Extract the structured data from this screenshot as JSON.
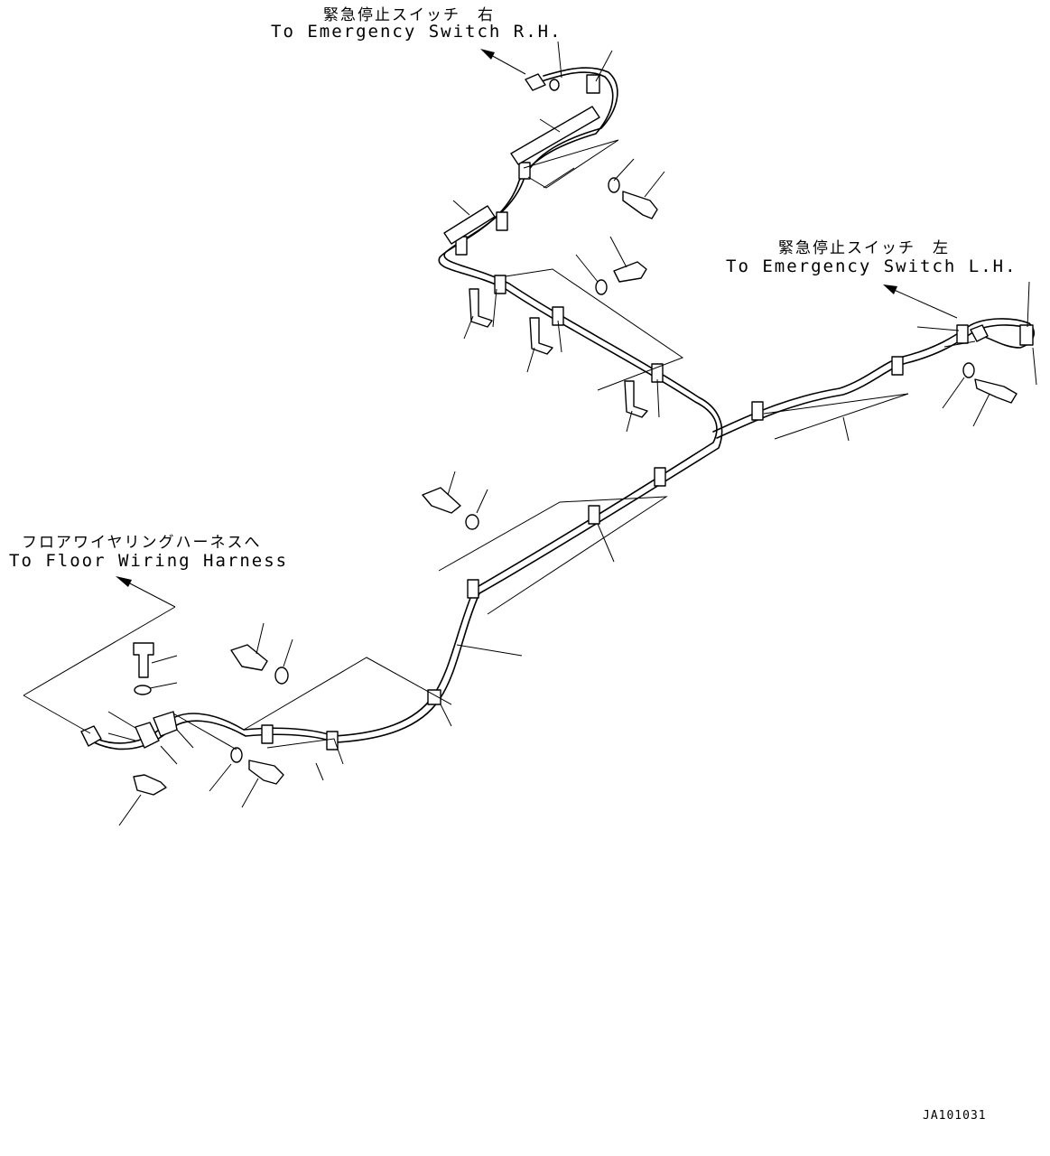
{
  "labels": {
    "rh_jp": "緊急停止スイッチ　右",
    "rh_en": "To Emergency Switch R.H.",
    "lh_jp": "緊急停止スイッチ　左",
    "lh_en": "To Emergency Switch L.H.",
    "floor_jp": "フロアワイヤリングハーネスへ",
    "floor_en": "To Floor Wiring Harness",
    "drawing_code": "JA101031"
  }
}
